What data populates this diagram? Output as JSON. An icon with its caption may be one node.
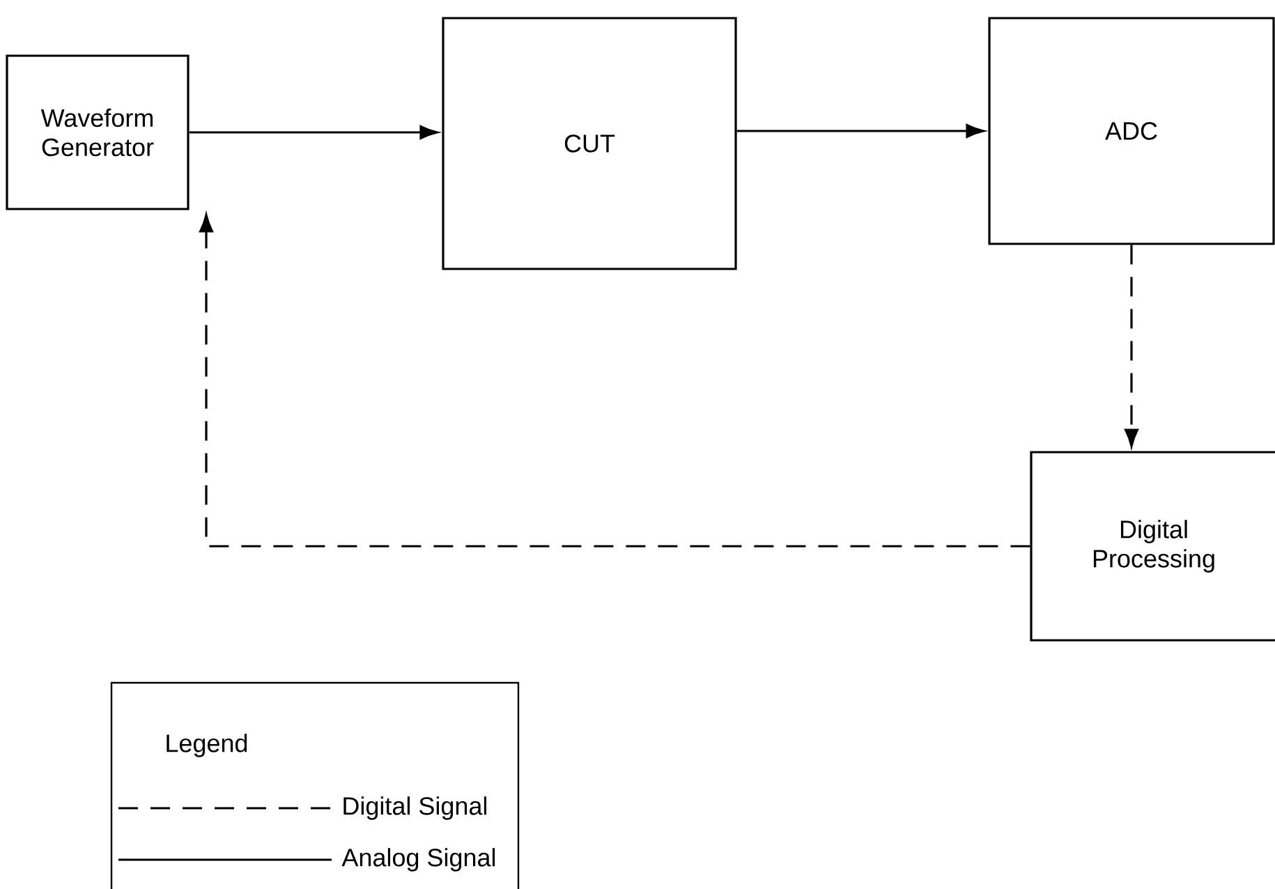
{
  "diagram": {
    "nodes": [
      {
        "text": [
          "Waveform Generator"
        ]
      },
      {
        "text": [
          "CUT"
        ]
      },
      {
        "text": [
          "ADC"
        ]
      },
      {
        "text": [
          "Digital Processing"
        ]
      }
    ],
    "edges": [
      {
        "from": 0,
        "to": 1,
        "arrow": "to"
      },
      {
        "from": 1,
        "to": 2,
        "arrow": "to"
      },
      {
        "from": 2,
        "to": 3,
        "arrow": "to",
        "style": "dashed"
      },
      {
        "from": 3,
        "to": 0,
        "arrow": "to",
        "style": "dashed"
      }
    ],
    "labels": [
      "Legend"
    ],
    "legend": [
      {
        "text": "Digital Signal"
      },
      {
        "text": "Analog Signal"
      }
    ]
  }
}
